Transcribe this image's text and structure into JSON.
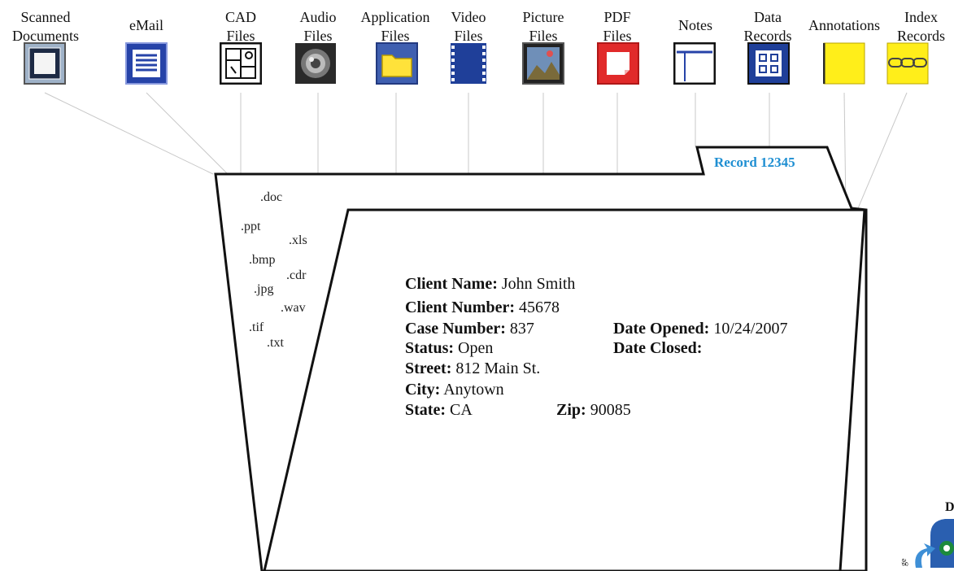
{
  "categories": [
    {
      "label": "Scanned\nDocuments",
      "icon": "scanned-document-icon"
    },
    {
      "label": "eMail",
      "icon": "email-icon"
    },
    {
      "label": "CAD\nFiles",
      "icon": "cad-blueprint-icon"
    },
    {
      "label": "Audio\nFiles",
      "icon": "speaker-icon"
    },
    {
      "label": "Application\nFiles",
      "icon": "folder-icon"
    },
    {
      "label": "Video\nFiles",
      "icon": "film-strip-icon"
    },
    {
      "label": "Picture\nFiles",
      "icon": "photo-icon"
    },
    {
      "label": "PDF\nFiles",
      "icon": "pdf-icon"
    },
    {
      "label": "Notes",
      "icon": "notes-icon"
    },
    {
      "label": "Data\nRecords",
      "icon": "data-grid-icon"
    },
    {
      "label": "Annotations",
      "icon": "sticky-note-icon"
    },
    {
      "label": "Index\nRecords",
      "icon": "index-chain-icon"
    }
  ],
  "folder": {
    "tab_label": "Record 12345",
    "extensions": [
      ".doc",
      ".ppt",
      ".xls",
      ".bmp",
      ".cdr",
      ".jpg",
      ".wav",
      ".tif",
      ".txt"
    ]
  },
  "record": {
    "client_name": {
      "label": "Client Name:",
      "value": "John Smith"
    },
    "client_number": {
      "label": "Client Number:",
      "value": "45678"
    },
    "case_number": {
      "label": "Case Number:",
      "value": "837"
    },
    "date_opened": {
      "label": "Date Opened:",
      "value": "10/24/2007"
    },
    "status": {
      "label": "Status:",
      "value": "Open"
    },
    "date_closed": {
      "label": "Date Closed:",
      "value": ""
    },
    "street": {
      "label": "Street:",
      "value": "812 Main St."
    },
    "city": {
      "label": "City:",
      "value": "Anytown"
    },
    "state": {
      "label": "State:",
      "value": "CA"
    },
    "zip": {
      "label": "Zip:",
      "value": "90085"
    }
  },
  "logo": {
    "lettering": [
      "D",
      "ge"
    ]
  },
  "colors": {
    "tab_text": "#1f8fd2",
    "icon_blue": "#1f3f99",
    "annotation_yellow": "#ffee1a",
    "pdf_red": "#e12a2a"
  }
}
